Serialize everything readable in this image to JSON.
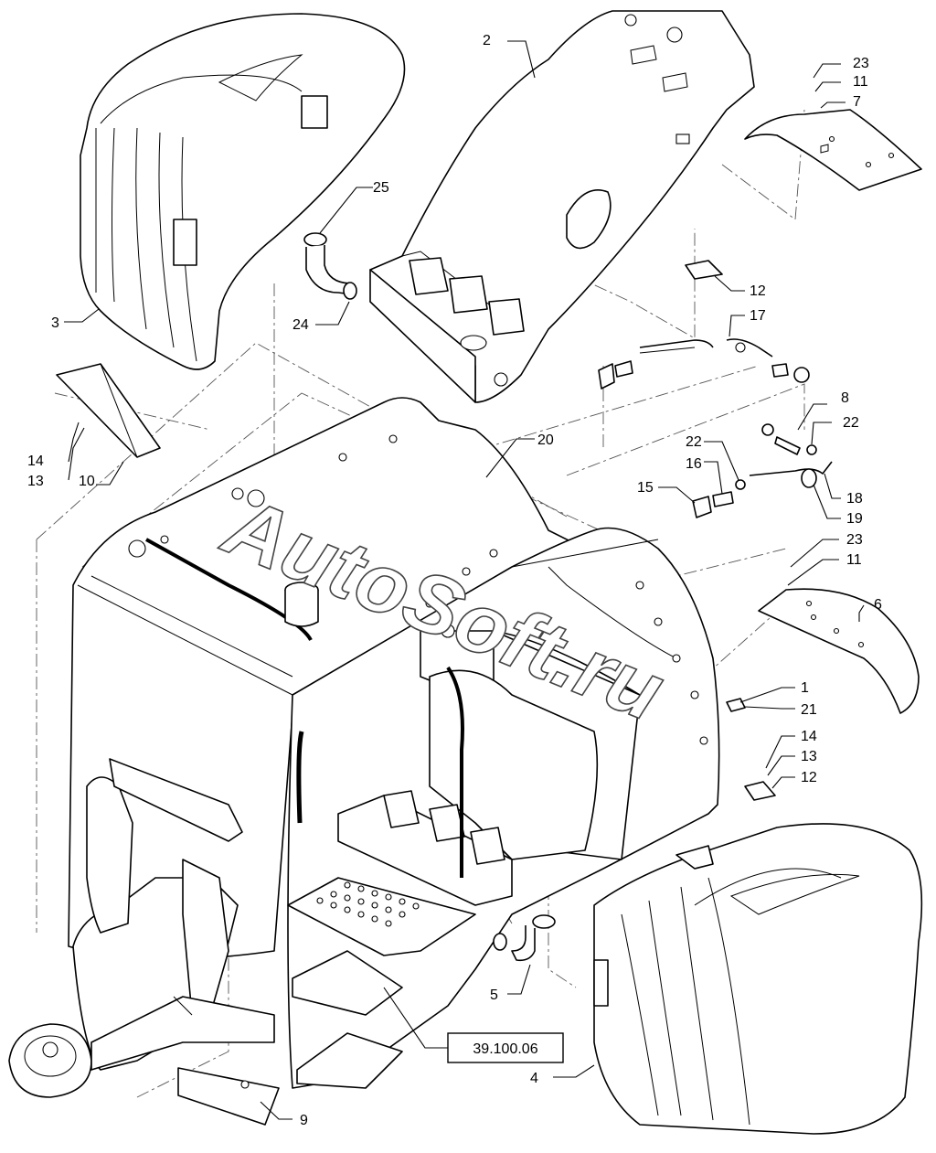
{
  "watermark": "AutoSoft.ru",
  "reference_box": "39.100.06",
  "callouts": {
    "c1": "1",
    "c2": "2",
    "c3": "3",
    "c4": "4",
    "c5": "5",
    "c6": "6",
    "c7": "7",
    "c8": "8",
    "c9": "9",
    "c10": "10",
    "c11a": "11",
    "c11b": "11",
    "c12a": "12",
    "c12b": "12",
    "c13a": "13",
    "c13b": "13",
    "c14a": "14",
    "c14b": "14",
    "c15": "15",
    "c16": "16",
    "c17": "17",
    "c18": "18",
    "c19": "19",
    "c20": "20",
    "c21": "21",
    "c22a": "22",
    "c22b": "22",
    "c23a": "23",
    "c23b": "23",
    "c24": "24",
    "c25": "25"
  }
}
